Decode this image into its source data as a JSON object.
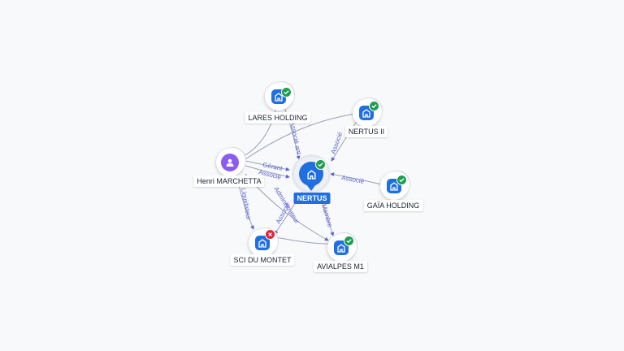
{
  "nodes": {
    "nertus": {
      "label": "NERTUS",
      "status": "ok",
      "icon": "building-icon"
    },
    "lares_holding": {
      "label": "LARES HOLDING",
      "status": "ok",
      "icon": "building-icon"
    },
    "nertus_ii": {
      "label": "NERTUS II",
      "status": "ok",
      "icon": "building-icon"
    },
    "henri_marchetta": {
      "label": "Henri MARCHETTA",
      "icon": "person-icon"
    },
    "gaia_holding": {
      "label": "GAÏA HOLDING",
      "status": "ok",
      "icon": "building-icon"
    },
    "sci_du_montet": {
      "label": "SCI DU MONTET",
      "status": "ko",
      "icon": "building-icon"
    },
    "avialpes_m1": {
      "label": "AVIALPES M1",
      "status": "ok",
      "icon": "building-icon"
    }
  },
  "edges": {
    "lares_nertus": "Associé ant",
    "nertus2_nertus": "Associé",
    "gaia_nertus": "Associé",
    "henri_nertus_gerant": "Gérant",
    "henri_nertus_associe": "Associé",
    "henri_sci": "Liquidateur",
    "henri_avialpes": "Administrateur",
    "nertus_sci": "Associé",
    "nertus_avialpes": "Membre"
  },
  "colors": {
    "accent": "#1f6fe0",
    "person": "#8a5cf0",
    "ok": "#1e9e4f",
    "ko": "#e0253a",
    "edge_label": "#5b62c9"
  }
}
